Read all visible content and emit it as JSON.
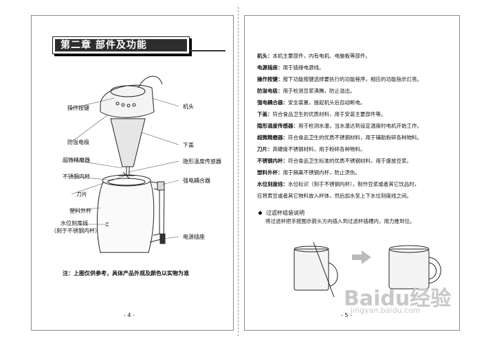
{
  "left_page": {
    "chapter_title": "第二章 部件及功能",
    "labels": {
      "control_buttons": "操作按键",
      "head": "机头",
      "overflow_electrode": "防溢电极",
      "lower_cover": "下盖",
      "micro_grinder": "超微精磨器",
      "hidden_temp_sensor": "隐形温度传感器",
      "steel_inner_cup": "不锈钢内杯",
      "strong_coupler": "强电耦合器",
      "blade": "刀片",
      "plastic_outer_cup": "塑料外杯",
      "water_level_line": "水位刻度线",
      "water_level_note": "（刻于不锈钢内杯）",
      "power_socket": "电源插座"
    },
    "note": "注：上图仅供参考，具体产品外观及颜色以实物为准",
    "page_number": "- 4 -"
  },
  "right_page": {
    "definitions": [
      {
        "term": "机头：",
        "text": "本机主要部件，内有电机、电脑板等部件。"
      },
      {
        "term": "电源插座：",
        "text": "用于插接电源线。"
      },
      {
        "term": "操作按键：",
        "text": "按下功能按键选择要执行的功能程序，相应的功能指示灯亮。"
      },
      {
        "term": "防溢电极：",
        "text": "用于检测豆浆沸腾，防止溢出。"
      },
      {
        "term": "强电耦合器：",
        "text": "安全装置，提起机头后自动断电。"
      },
      {
        "term": "下盖：",
        "text": "符合食品卫生的优质材料，用于安装主要部件等。"
      },
      {
        "term": "隐形温度传感器：",
        "text": "用于检测水温，当水温达到设定温度时电机开始工作。"
      },
      {
        "term": "超微精磨器：",
        "text": "符合食品卫生的优质不锈钢材料，用于辅助粉碎各种物料。"
      },
      {
        "term": "刀片：",
        "text": "高硬度不锈钢材料，用于粉碎各种物料。"
      },
      {
        "term": "不锈钢内杯：",
        "text": "符合食品卫生标准的优质不锈钢材料，用于盛放豆浆。"
      },
      {
        "term": "塑料外杯：",
        "text": "用于隔离不锈钢内杯，防止烫伤。"
      },
      {
        "term": "水位刻度线：",
        "text": "水位标识（刻于不锈钢内杯），制作豆浆或者其它饮品时，"
      },
      {
        "term": "",
        "text": "应将黄豆或者其它物料放入杯体，然后加水至上下水位刻度线之间。"
      }
    ],
    "filter_heading": "过滤杯组装说明",
    "filter_instruction": "将过滤杯把手按图示箭头方向插入到过滤杯插槽内，用力推到位。",
    "page_number": "- 5 -"
  },
  "watermark": {
    "logo": "Baidu经验",
    "url": "jingyan.baidu.com"
  }
}
